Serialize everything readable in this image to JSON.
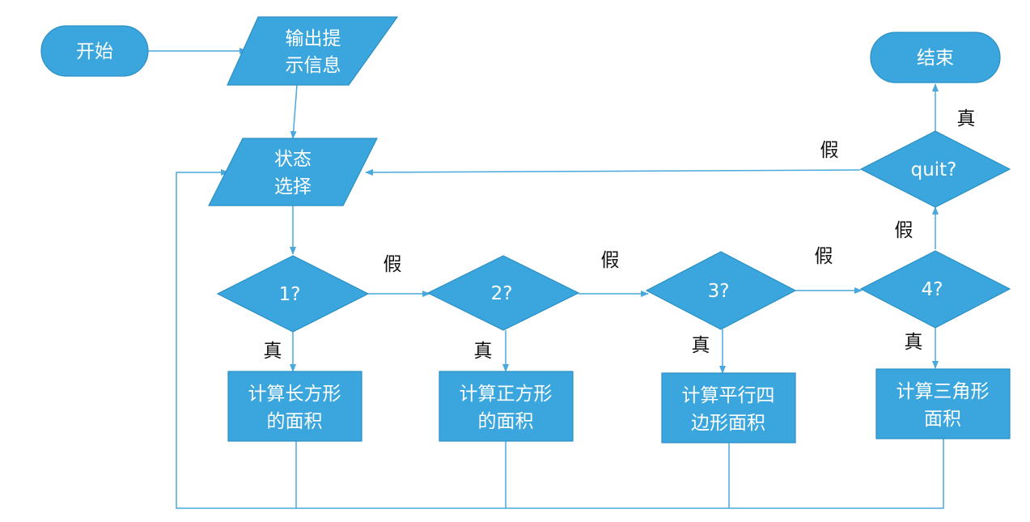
{
  "colors": {
    "node_fill": "#3aa6dd",
    "node_stroke": "#2a8fc4",
    "connector": "#4aa8dc",
    "label_text": "#111111"
  },
  "nodes": {
    "start": {
      "text": "开始"
    },
    "output_prompt": {
      "line1": "输出提",
      "line2": "示信息"
    },
    "state_select": {
      "line1": "状态",
      "line2": "选择"
    },
    "decision_1": {
      "text": "1?"
    },
    "decision_2": {
      "text": "2?"
    },
    "decision_3": {
      "text": "3?"
    },
    "decision_4": {
      "text": "4?"
    },
    "decision_quit": {
      "text": "quit?"
    },
    "calc_rectangle": {
      "line1": "计算长方形",
      "line2": "的面积"
    },
    "calc_square": {
      "line1": "计算正方形",
      "line2": "的面积"
    },
    "calc_parallelogram": {
      "line1": "计算平行四",
      "line2": "边形面积"
    },
    "calc_triangle": {
      "line1": "计算三角形",
      "line2": "面积"
    },
    "end": {
      "text": "结束"
    }
  },
  "edge_labels": {
    "d1_false": "假",
    "d2_false": "假",
    "d3_false": "假",
    "d4_false": "假",
    "quit_false": "假",
    "d1_true": "真",
    "d2_true": "真",
    "d3_true": "真",
    "d4_true": "真",
    "quit_true": "真"
  }
}
